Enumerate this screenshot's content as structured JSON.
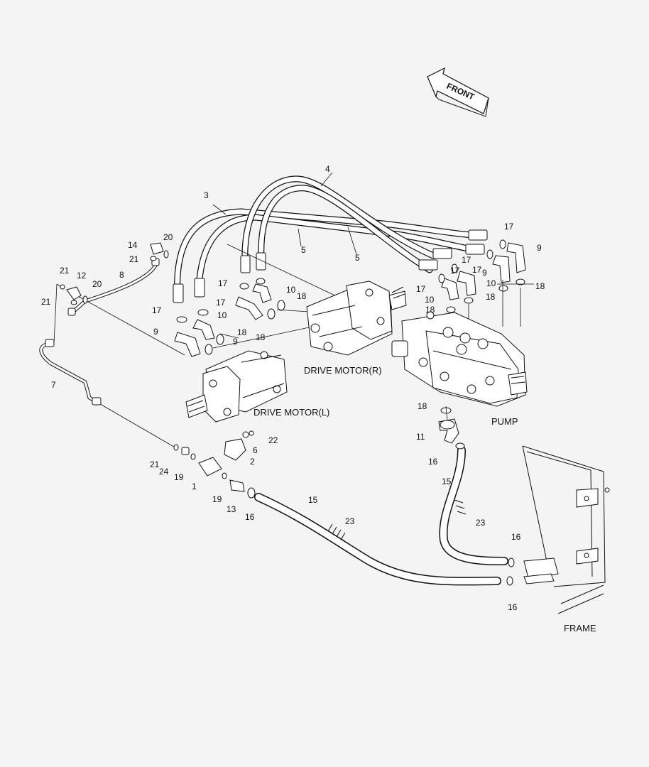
{
  "front_arrow": {
    "label": "FRONT"
  },
  "labels": {
    "drive_motor_r": "DRIVE MOTOR(R)",
    "drive_motor_l": "DRIVE MOTOR(L)",
    "pump": "PUMP",
    "frame": "FRAME"
  },
  "callouts": [
    {
      "id": "c4",
      "text": "4"
    },
    {
      "id": "c3",
      "text": "3"
    },
    {
      "id": "c5a",
      "text": "5"
    },
    {
      "id": "c5b",
      "text": "5"
    },
    {
      "id": "c20a",
      "text": "20"
    },
    {
      "id": "c14",
      "text": "14"
    },
    {
      "id": "c21a",
      "text": "21"
    },
    {
      "id": "c21b",
      "text": "21"
    },
    {
      "id": "c12",
      "text": "12"
    },
    {
      "id": "c20b",
      "text": "20"
    },
    {
      "id": "c8",
      "text": "8"
    },
    {
      "id": "c21c",
      "text": "21"
    },
    {
      "id": "c17a",
      "text": "17"
    },
    {
      "id": "c17b",
      "text": "17"
    },
    {
      "id": "c17c",
      "text": "17"
    },
    {
      "id": "c17d",
      "text": "17"
    },
    {
      "id": "c17e",
      "text": "17"
    },
    {
      "id": "c17f",
      "text": "17"
    },
    {
      "id": "c17g",
      "text": "17"
    },
    {
      "id": "c17h",
      "text": "17"
    },
    {
      "id": "c10a",
      "text": "10"
    },
    {
      "id": "c10b",
      "text": "10"
    },
    {
      "id": "c10c",
      "text": "10"
    },
    {
      "id": "c10d",
      "text": "10"
    },
    {
      "id": "c18a",
      "text": "18"
    },
    {
      "id": "c18b",
      "text": "18"
    },
    {
      "id": "c18c",
      "text": "18"
    },
    {
      "id": "c18d",
      "text": "18"
    },
    {
      "id": "c18e",
      "text": "18"
    },
    {
      "id": "c18f",
      "text": "18"
    },
    {
      "id": "c18g",
      "text": "18"
    },
    {
      "id": "c9a",
      "text": "9"
    },
    {
      "id": "c9b",
      "text": "9"
    },
    {
      "id": "c9c",
      "text": "9"
    },
    {
      "id": "c9d",
      "text": "9"
    },
    {
      "id": "c7",
      "text": "7"
    },
    {
      "id": "c22",
      "text": "22"
    },
    {
      "id": "c6",
      "text": "6"
    },
    {
      "id": "c2",
      "text": "2"
    },
    {
      "id": "c21d",
      "text": "21"
    },
    {
      "id": "c24",
      "text": "24"
    },
    {
      "id": "c19a",
      "text": "19"
    },
    {
      "id": "c1",
      "text": "1"
    },
    {
      "id": "c19b",
      "text": "19"
    },
    {
      "id": "c13",
      "text": "13"
    },
    {
      "id": "c16a",
      "text": "16"
    },
    {
      "id": "c11",
      "text": "11"
    },
    {
      "id": "c16b",
      "text": "16"
    },
    {
      "id": "c15a",
      "text": "15"
    },
    {
      "id": "c15b",
      "text": "15"
    },
    {
      "id": "c23a",
      "text": "23"
    },
    {
      "id": "c23b",
      "text": "23"
    },
    {
      "id": "c16c",
      "text": "16"
    },
    {
      "id": "c16d",
      "text": "16"
    }
  ]
}
